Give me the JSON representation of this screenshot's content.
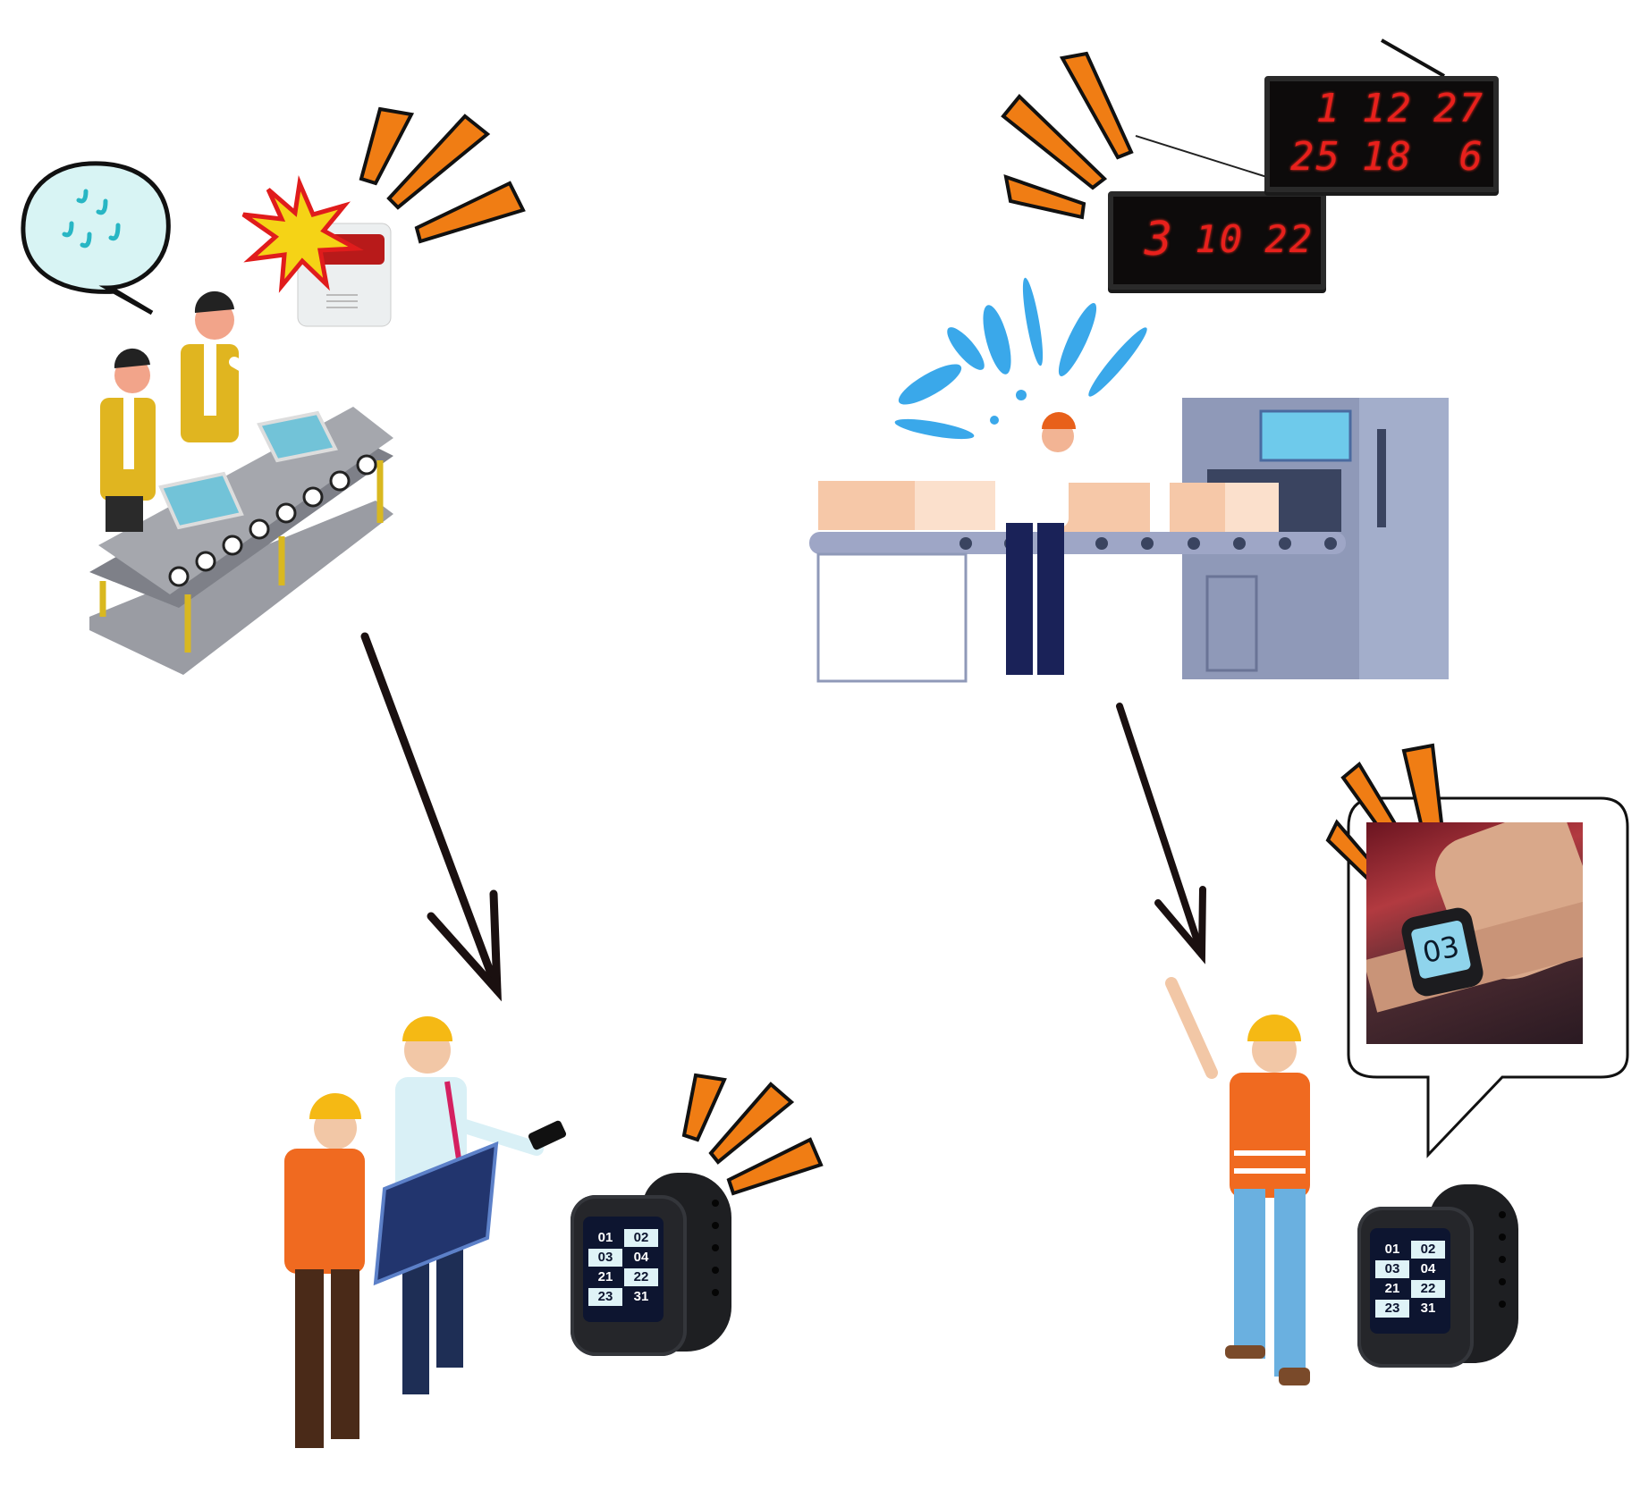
{
  "displays": {
    "large_row1": [
      "1",
      "12",
      "27"
    ],
    "large_row2": [
      "25",
      "18",
      "6"
    ],
    "small_row": [
      "3",
      "10",
      "22"
    ]
  },
  "watch_screen": {
    "cells": [
      "01",
      "02",
      "03",
      "04",
      "21",
      "22",
      "23",
      "31"
    ]
  },
  "photo_watch_number": "03",
  "colors": {
    "accent_orange": "#f07d14",
    "splash_blue": "#3aa8ea",
    "arrow": "#1a1010",
    "led_red": "#e8201c"
  }
}
